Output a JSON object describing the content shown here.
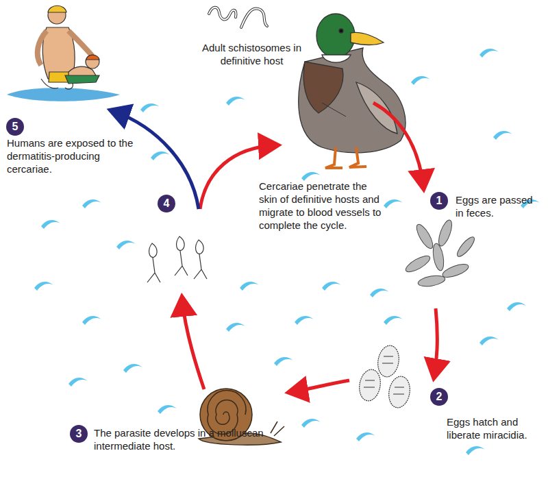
{
  "diagram": {
    "nodes": [
      {
        "text": [
          "1"
        ]
      },
      {
        "text": [
          "2"
        ]
      },
      {
        "text": [
          "3"
        ]
      },
      {
        "text": [
          "4"
        ]
      },
      {
        "text": [
          "5"
        ]
      }
    ],
    "labels": [
      "Adult schistosomes in definitive host",
      "Eggs are passed in feces.",
      "Eggs hatch and liberate miracidia.",
      "The parasite develops in a molluscan intermediate host.",
      "Cercariae penetrate the skin of definitive hosts and migrate to blood vessels to complete the cycle.",
      "Humans are exposed to the dermatitis-producing cercariae."
    ]
  }
}
